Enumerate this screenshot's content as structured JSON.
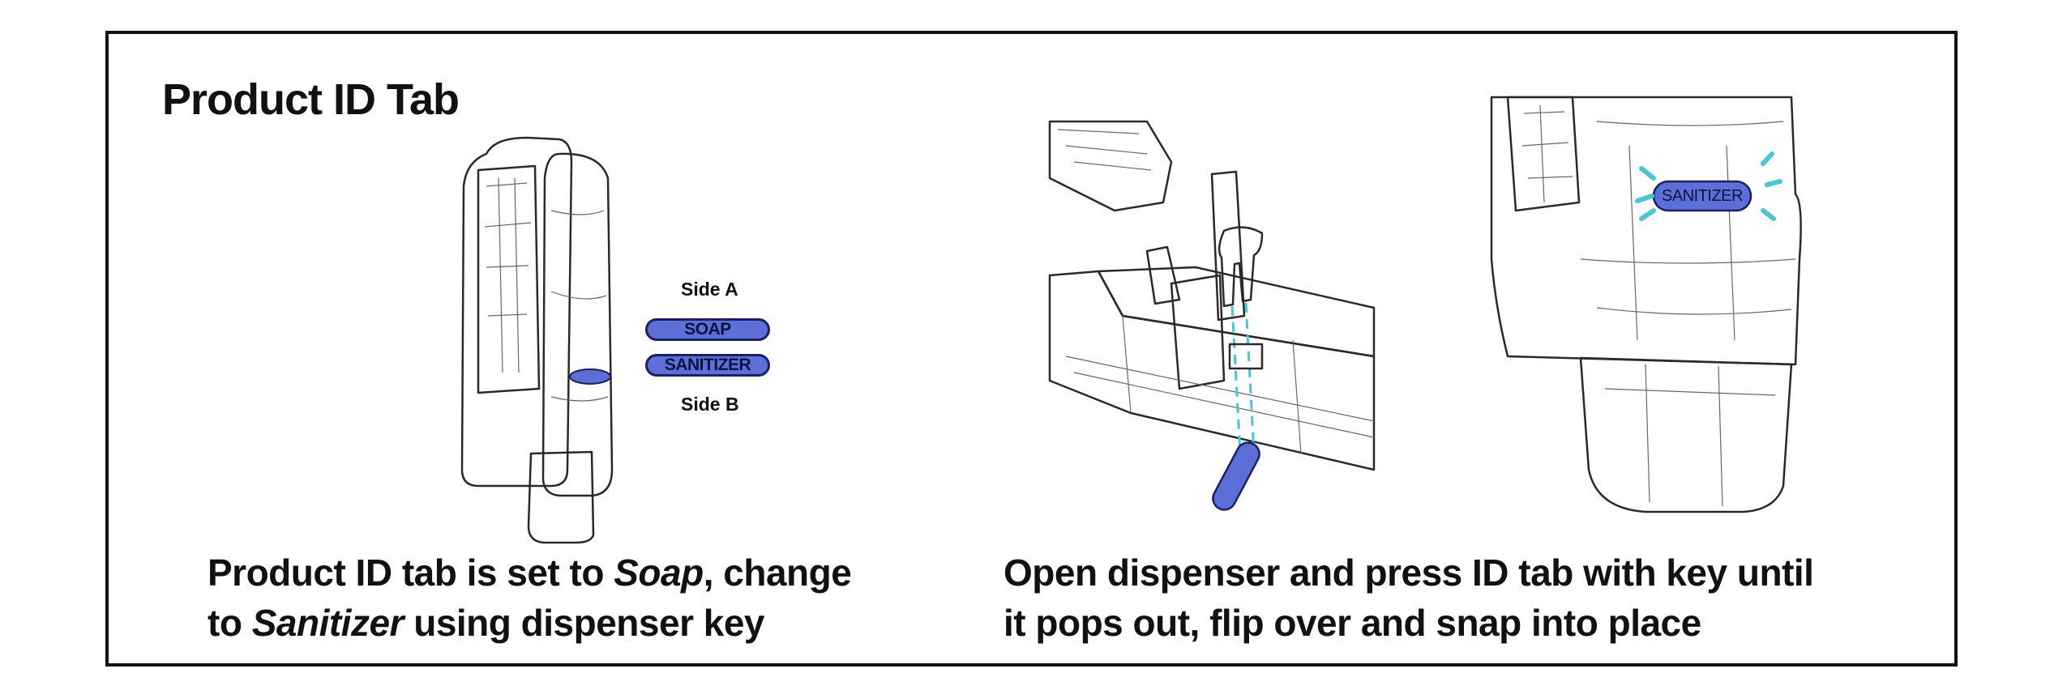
{
  "title": "Product ID Tab",
  "side_a_label": "Side A",
  "side_b_label": "Side B",
  "tab_soap": "SOAP",
  "tab_sanitizer": "SANITIZER",
  "caption_left": {
    "part1": "Product ID tab is set to ",
    "italic1": "Soap",
    "part2": ", change",
    "part3": "to ",
    "italic2": "Sanitizer",
    "part4": " using dispenser key"
  },
  "caption_right": {
    "line1": "Open dispenser and press ID tab with key until",
    "line2": "it pops out, flip over and snap into place"
  },
  "colors": {
    "tab_fill": "#5b6fd6",
    "tab_outline": "#1a2060",
    "guide_line": "#4fc3d6",
    "border": "#111111"
  }
}
